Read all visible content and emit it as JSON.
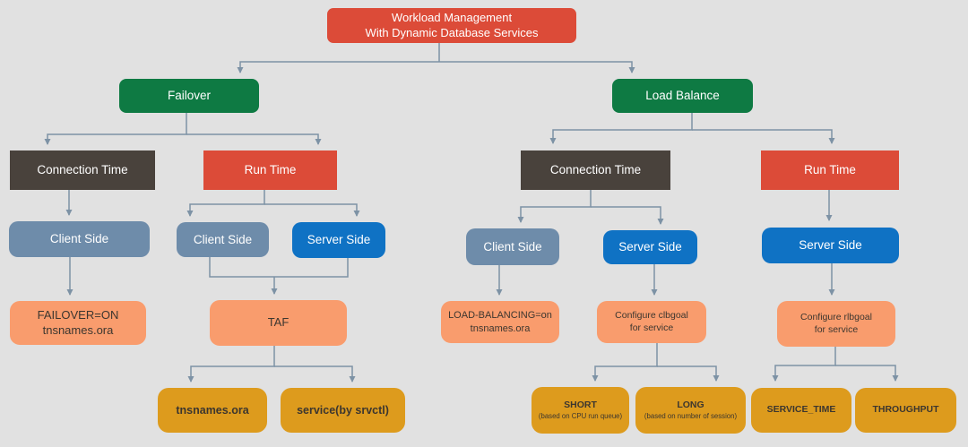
{
  "colors": {
    "background": "#e1e1e1",
    "red": "#dc4b38",
    "green": "#0e7a43",
    "dark_brown": "#49423c",
    "slate_blue": "#6e8caa",
    "blue": "#0f72c4",
    "peach": "#f99c6d",
    "gold": "#dd9b1d",
    "connector": "#7d92a5",
    "text_light": "#ffffff",
    "text_dark": "#3c362f"
  },
  "nodes": {
    "title": {
      "line1": "Workload Management",
      "line2": "With Dynamic Database Services"
    },
    "failover": {
      "label": "Failover"
    },
    "load_balance": {
      "label": "Load Balance"
    },
    "conn_time_left": {
      "label": "Connection Time"
    },
    "run_time_left": {
      "label": "Run Time"
    },
    "conn_time_right": {
      "label": "Connection Time"
    },
    "run_time_right": {
      "label": "Run Time"
    },
    "client_side_1": {
      "label": "Client Side"
    },
    "client_side_2": {
      "label": "Client Side"
    },
    "server_side_1": {
      "label": "Server Side"
    },
    "client_side_3": {
      "label": "Client Side"
    },
    "server_side_2": {
      "label": "Server Side"
    },
    "server_side_3": {
      "label": "Server Side"
    },
    "failover_on": {
      "line1": "FAILOVER=ON",
      "line2": "tnsnames.ora"
    },
    "taf": {
      "label": "TAF"
    },
    "load_balancing_on": {
      "line1": "LOAD-BALANCING=on",
      "line2": "tnsnames.ora"
    },
    "configure_clbgoal": {
      "line1": "Configure clbgoal",
      "line2": "for service"
    },
    "configure_rlbgoal": {
      "line1": "Configure rlbgoal",
      "line2": "for service"
    },
    "tnsnames_ora": {
      "label": "tnsnames.ora"
    },
    "service_srvctl": {
      "label": "service(by srvctl)"
    },
    "short": {
      "line1": "SHORT",
      "line2": "(based on CPU run queue)"
    },
    "long": {
      "line1": "LONG",
      "line2": "(based on number of session)"
    },
    "service_time": {
      "label": "SERVICE_TIME"
    },
    "throughput": {
      "label": "THROUGHPUT"
    }
  },
  "edges": [
    {
      "from": "title",
      "to": "failover"
    },
    {
      "from": "title",
      "to": "load_balance"
    },
    {
      "from": "failover",
      "to": "conn_time_left"
    },
    {
      "from": "failover",
      "to": "run_time_left"
    },
    {
      "from": "conn_time_left",
      "to": "client_side_1"
    },
    {
      "from": "client_side_1",
      "to": "failover_on"
    },
    {
      "from": "run_time_left",
      "to": "client_side_2"
    },
    {
      "from": "run_time_left",
      "to": "server_side_1"
    },
    {
      "from": "client_side_2",
      "to": "taf"
    },
    {
      "from": "server_side_1",
      "to": "taf"
    },
    {
      "from": "taf",
      "to": "tnsnames_ora"
    },
    {
      "from": "taf",
      "to": "service_srvctl"
    },
    {
      "from": "load_balance",
      "to": "conn_time_right"
    },
    {
      "from": "load_balance",
      "to": "run_time_right"
    },
    {
      "from": "conn_time_right",
      "to": "client_side_3"
    },
    {
      "from": "conn_time_right",
      "to": "server_side_2"
    },
    {
      "from": "client_side_3",
      "to": "load_balancing_on"
    },
    {
      "from": "server_side_2",
      "to": "configure_clbgoal"
    },
    {
      "from": "run_time_right",
      "to": "server_side_3"
    },
    {
      "from": "server_side_3",
      "to": "configure_rlbgoal"
    },
    {
      "from": "configure_clbgoal",
      "to": "short"
    },
    {
      "from": "configure_clbgoal",
      "to": "long"
    },
    {
      "from": "configure_rlbgoal",
      "to": "service_time"
    },
    {
      "from": "configure_rlbgoal",
      "to": "throughput"
    }
  ]
}
